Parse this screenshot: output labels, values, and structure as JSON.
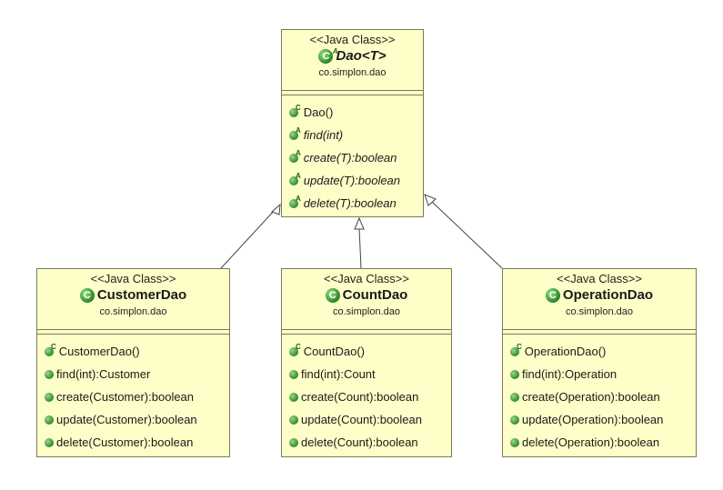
{
  "diagram": {
    "parent": {
      "stereotype": "<<Java Class>>",
      "name": "Dao<T>",
      "package": "co.simplon.dao",
      "icon": "abstract-class-icon",
      "operations": [
        {
          "text": "Dao()",
          "mark": "C",
          "abstract": false
        },
        {
          "text": "find(int)",
          "mark": "A",
          "abstract": true
        },
        {
          "text": "create(T):boolean",
          "mark": "A",
          "abstract": true
        },
        {
          "text": "update(T):boolean",
          "mark": "A",
          "abstract": true
        },
        {
          "text": "delete(T):boolean",
          "mark": "A",
          "abstract": true
        }
      ]
    },
    "children": [
      {
        "stereotype": "<<Java Class>>",
        "name": "CustomerDao",
        "package": "co.simplon.dao",
        "operations": [
          {
            "text": "CustomerDao()",
            "mark": "C"
          },
          {
            "text": "find(int):Customer",
            "mark": ""
          },
          {
            "text": "create(Customer):boolean",
            "mark": ""
          },
          {
            "text": "update(Customer):boolean",
            "mark": ""
          },
          {
            "text": "delete(Customer):boolean",
            "mark": ""
          }
        ]
      },
      {
        "stereotype": "<<Java Class>>",
        "name": "CountDao",
        "package": "co.simplon.dao",
        "operations": [
          {
            "text": "CountDao()",
            "mark": "C"
          },
          {
            "text": "find(int):Count",
            "mark": ""
          },
          {
            "text": "create(Count):boolean",
            "mark": ""
          },
          {
            "text": "update(Count):boolean",
            "mark": ""
          },
          {
            "text": "delete(Count):boolean",
            "mark": ""
          }
        ]
      },
      {
        "stereotype": "<<Java Class>>",
        "name": "OperationDao",
        "package": "co.simplon.dao",
        "operations": [
          {
            "text": "OperationDao()",
            "mark": "C"
          },
          {
            "text": "find(int):Operation",
            "mark": ""
          },
          {
            "text": "create(Operation):boolean",
            "mark": ""
          },
          {
            "text": "update(Operation):boolean",
            "mark": ""
          },
          {
            "text": "delete(Operation):boolean",
            "mark": ""
          }
        ]
      }
    ],
    "colors": {
      "class_fill": "#fefec8",
      "border": "#7a7a54",
      "icon_green": "#2f8a2b"
    }
  }
}
